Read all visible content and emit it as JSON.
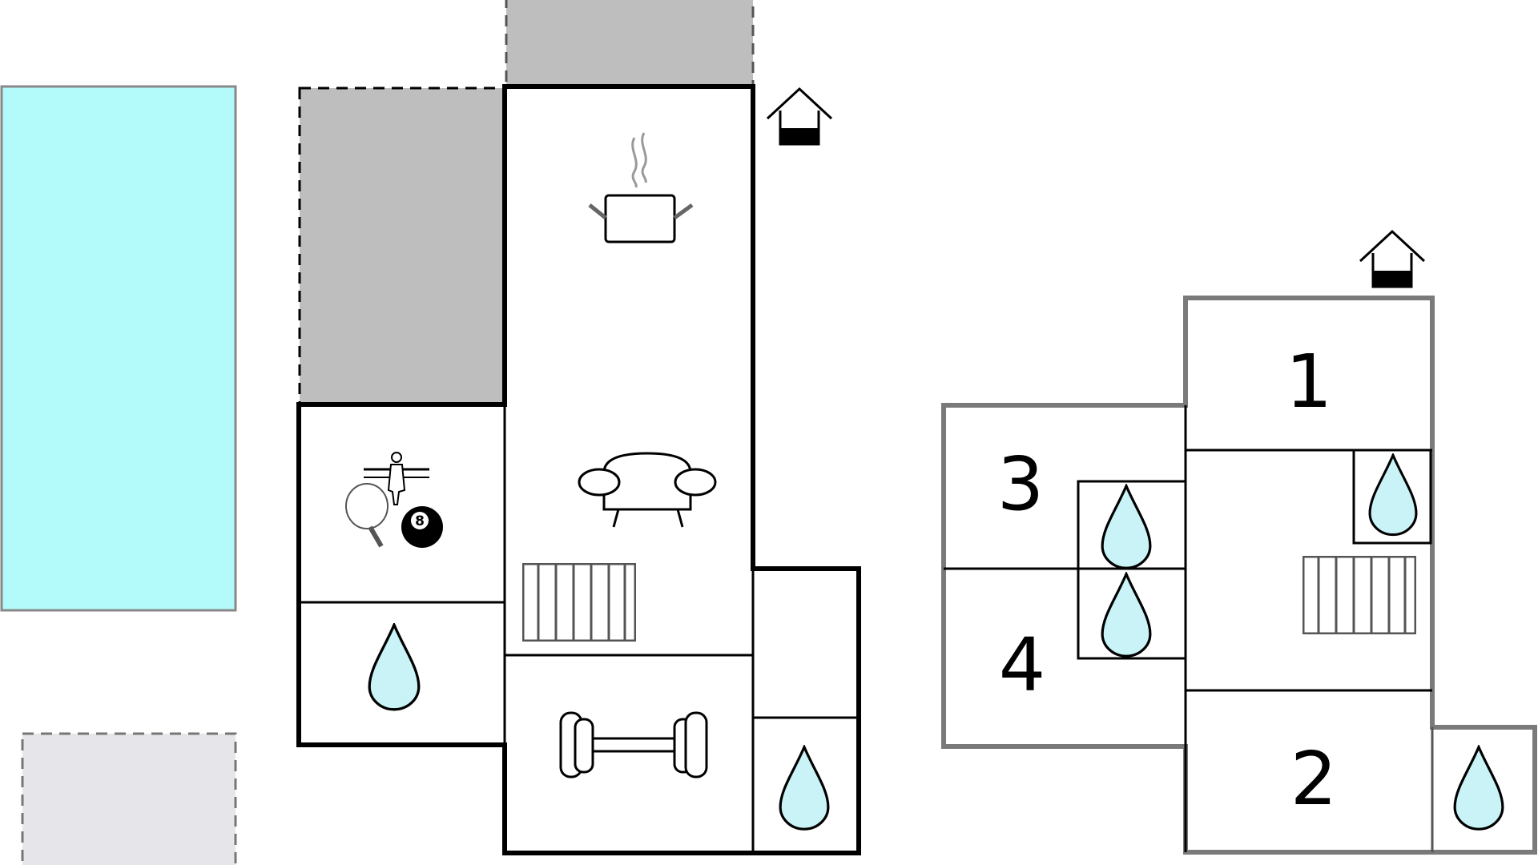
{
  "floor_plan": {
    "ground_floor": {
      "features": [
        "pool",
        "terrace",
        "kitchen",
        "living-room",
        "game-room",
        "bathroom",
        "fitness-room",
        "staircase",
        "entrance"
      ]
    },
    "upper_floor": {
      "bedrooms": [
        {
          "number": "1"
        },
        {
          "number": "2"
        },
        {
          "number": "3"
        },
        {
          "number": "4"
        }
      ],
      "features": [
        "bathroom",
        "staircase",
        "entrance"
      ]
    },
    "billiard_ball_number": "8"
  },
  "colors": {
    "pool": "#b3fafa",
    "water_drop": "#c9f3f7",
    "terrace": "#bebebf",
    "terrace_light": "#e6e6ea",
    "wall_ground": "#000000",
    "wall_upper": "#7a7a7a",
    "interior_line": "#000000",
    "staircase_gray": "#6e6e6e"
  },
  "icons": {
    "entrance": "house-entrance-icon",
    "kitchen": "cooking-pot-icon",
    "living": "sofa-icon",
    "games": "table-tennis-foosball-billiards-icon",
    "bathroom": "water-drop-icon",
    "fitness": "dumbbell-icon",
    "stairs": "staircase-icon"
  }
}
